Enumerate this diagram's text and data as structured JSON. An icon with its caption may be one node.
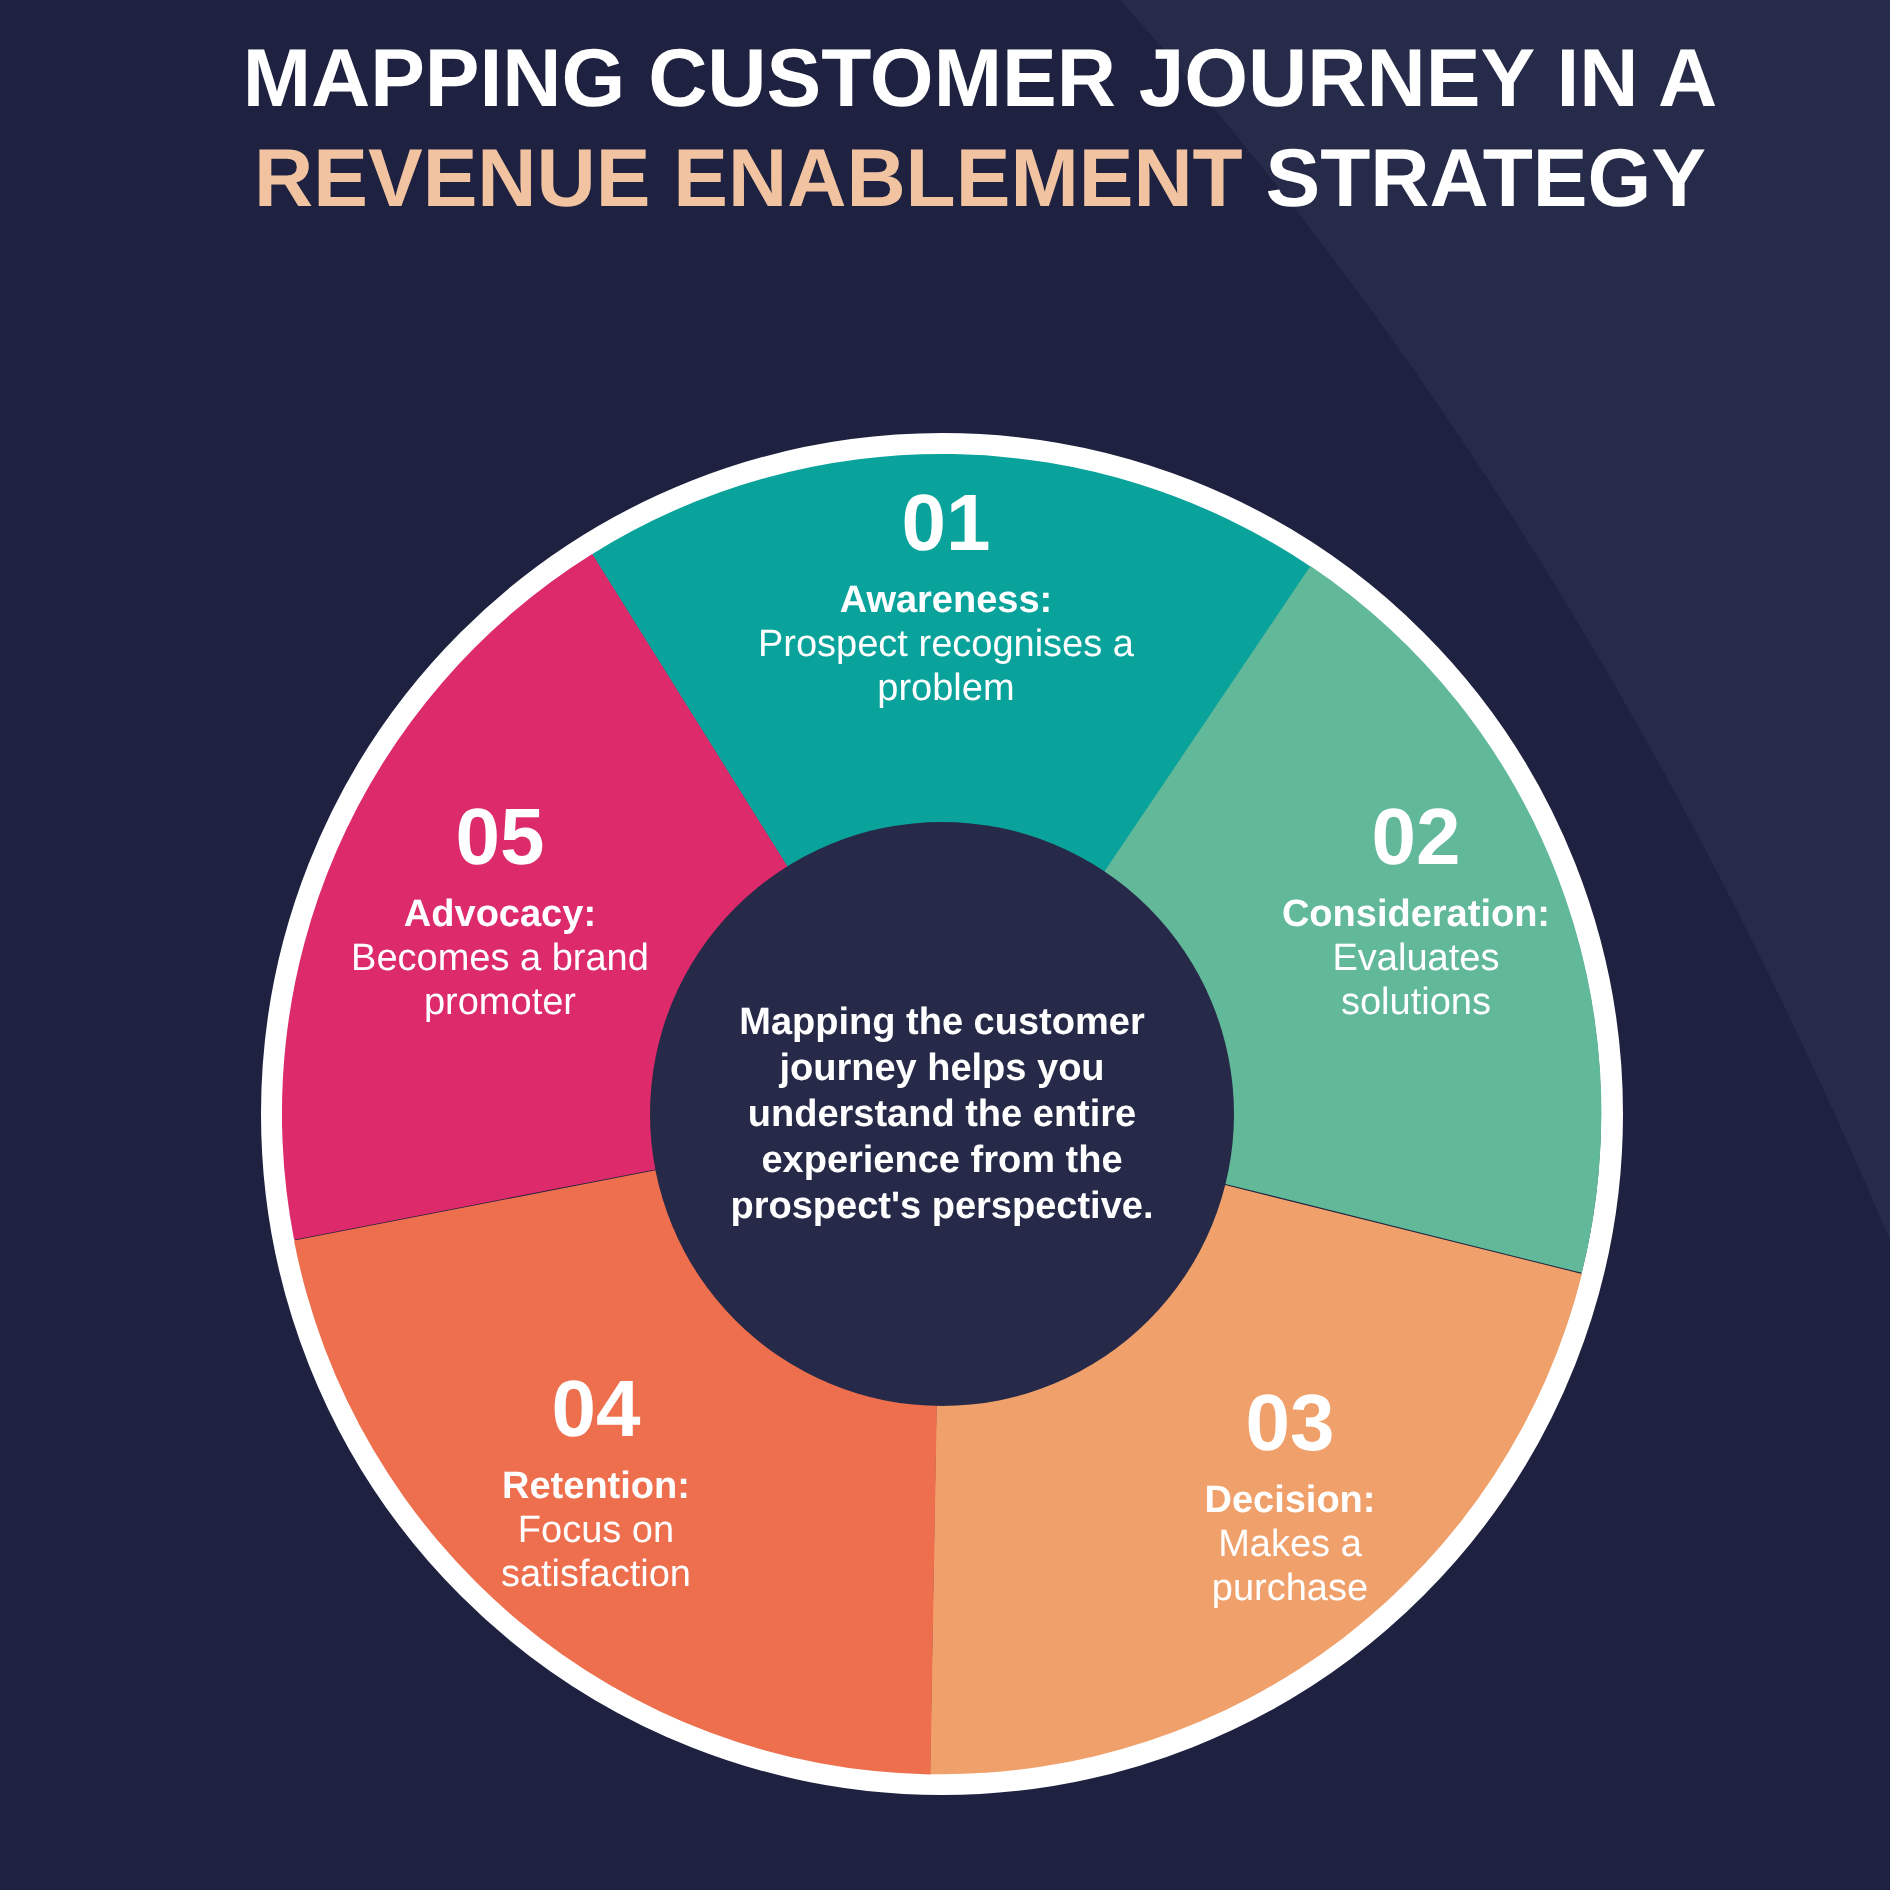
{
  "diagram": {
    "title": "MAPPING CUSTOMER JOURNEY IN A *REVENUE ENABLEMENT* STRATEGY",
    "nodes": [
      {
        "text": [
          "01",
          "Awareness:",
          "Prospect recognises a problem"
        ]
      },
      {
        "text": [
          "02",
          "Consideration:",
          "Evaluates solutions"
        ]
      },
      {
        "text": [
          "03",
          "Decision:",
          "Makes a purchase"
        ]
      },
      {
        "text": [
          "04",
          "Retention:",
          "Focus on satisfaction"
        ]
      },
      {
        "text": [
          "05",
          "Advocacy:",
          "Becomes a brand promoter"
        ]
      },
      {
        "text": [
          "Mapping the customer journey helps you understand the entire experience from the prospect's perspective."
        ]
      }
    ]
  }
}
